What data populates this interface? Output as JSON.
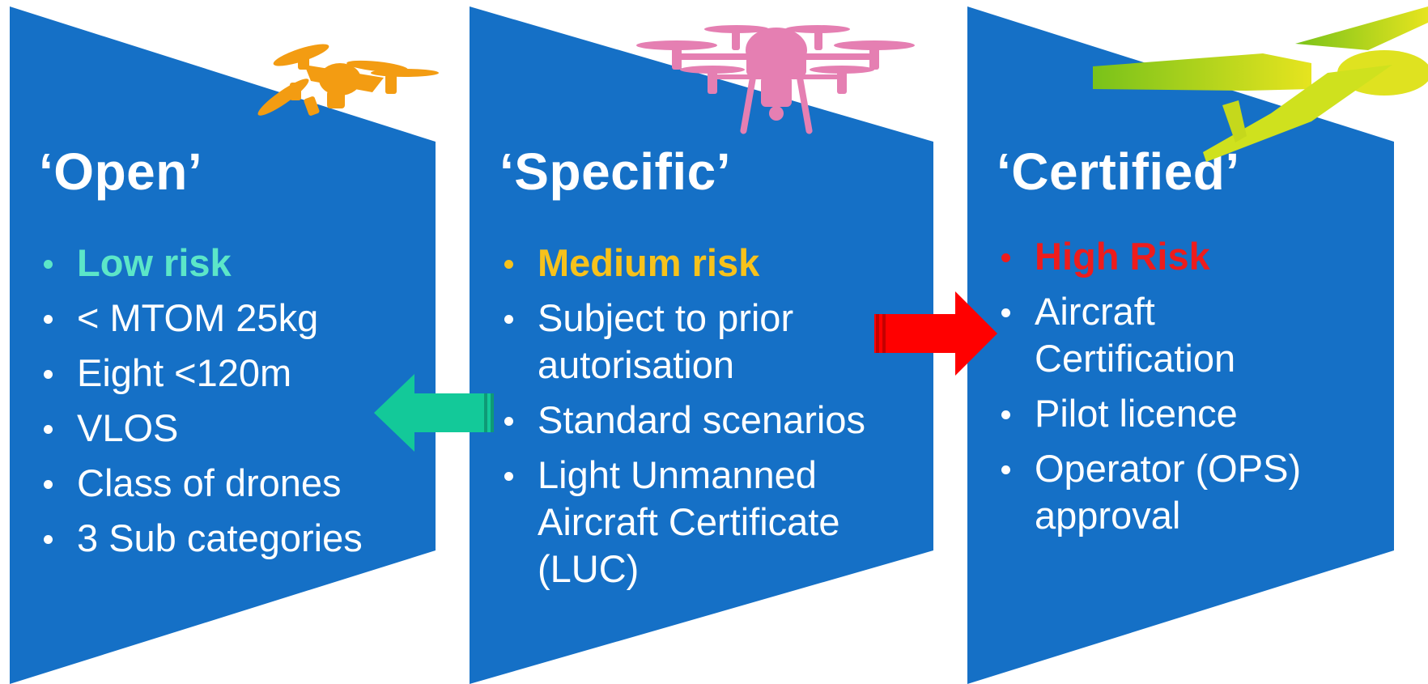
{
  "colors": {
    "panel_blue": "#1570c6",
    "low_risk": "#5ce6c8",
    "medium_risk": "#f7c21b",
    "high_risk": "#ee1c1c",
    "green_arrow": "#13c999",
    "red_arrow": "#ff0000",
    "orange_drone": "#f39c12",
    "pink_drone": "#e57fb2",
    "yellow_drone": "#cfe11e"
  },
  "panels": {
    "open": {
      "title": "‘Open’",
      "risk": "Low risk",
      "items": [
        "< MTOM 25kg",
        "Eight <120m",
        "VLOS",
        "Class of drones",
        "3 Sub categories"
      ]
    },
    "specific": {
      "title": "‘Specific’",
      "risk": "Medium risk",
      "items": [
        "Subject to prior autorisation",
        "Standard scenarios",
        "Light Unmanned Aircraft Certificate (LUC)"
      ]
    },
    "certified": {
      "title": "‘Certified’",
      "risk": "High Risk",
      "items": [
        "Aircraft Certification",
        "Pilot licence",
        "Operator (OPS) approval"
      ]
    }
  },
  "icons": {
    "open": "quadcopter-drone-icon",
    "specific": "octocopter-drone-icon",
    "certified": "fixed-wing-drone-icon",
    "left_arrow": "green-left-arrow-icon",
    "right_arrow": "red-right-arrow-icon"
  }
}
